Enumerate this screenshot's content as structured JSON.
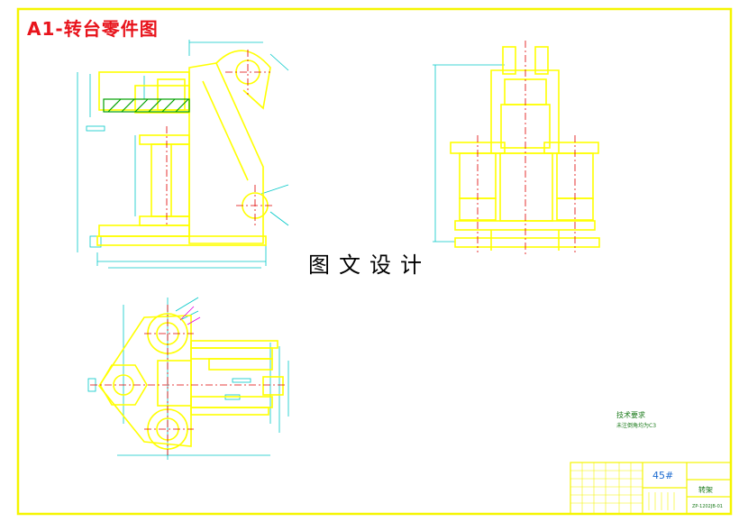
{
  "drawing": {
    "title": "A1-转台零件图",
    "watermark": "图文设计",
    "notes_title": "技术要求",
    "notes_text": "未注倒角均为C3",
    "title_block": {
      "material": "45#",
      "part_name": "转架",
      "drawing_code": "ZP-1202JB-01"
    }
  },
  "colors": {
    "border": "#f5f500",
    "outline": "#ffff00",
    "dimension": "#00c8c8",
    "centerline": "#e00000",
    "hatch": "#00a000",
    "leader": "#e000e0",
    "title": "#e8141c"
  }
}
